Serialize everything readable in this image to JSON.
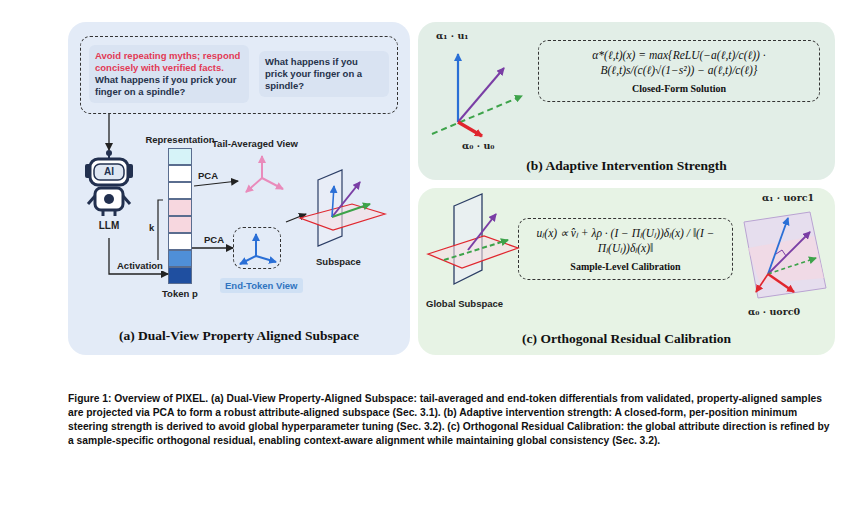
{
  "diagram": {
    "caption": "Figure 1: Overview of PIXEL. (a) Dual-View Property-Aligned Subspace: tail-averaged and end-token differentials from validated, property-aligned samples are projected via PCA to form a robust attribute-aligned subspace (Sec. 3.1). (b) Adaptive intervention strength: A closed-form, per-position minimum steering strength is derived to avoid global hyperparameter tuning (Sec. 3.2). (c) Orthogonal Residual Calibration: the global attribute direction is refined by a sample-specific orthogonal residual, enabling context-aware alignment while maintaining global consistency (Sec. 3.2).",
    "nodes": [
      {
        "text": [
          "(a) Dual-View Property Aligned Subspace"
        ]
      },
      {
        "text": [],
        "in": 0
      },
      {
        "text": [
          "Avoid repeating myths; respond concisely with verified facts.",
          "What happens if you prick your finger on a spindle?"
        ],
        "in": 1
      },
      {
        "text": [
          "What happens if you prick your finger on a spindle?"
        ],
        "in": 1
      },
      {
        "text": [
          "AI",
          "LLM"
        ],
        "in": 0
      },
      {
        "text": [
          "Representation"
        ],
        "in": 0
      },
      {
        "text": [
          "End-Token View"
        ],
        "in": 0
      },
      {
        "text": [
          "(b) Adaptive Intervention Strength"
        ]
      },
      {
        "text": [
          "α*(ℓ,t)(x) = max{ReLU(−a(ℓ,t)/c(ℓ)) · B(ℓ,t)s/(c(ℓ)√(1−s²)) − a(ℓ,t)/c(ℓ)}",
          "Closed-Form Solution"
        ],
        "in": 7
      },
      {
        "text": [
          "(c) Orthogonal Residual Calibration"
        ]
      },
      {
        "text": [
          "uₗ(x) ∝ v̂ₗ + λρ · (I − Πₗ(Uₗ))δₗ(x) / ‖(I − Πₗ(Uₗ))δₗ(x)‖",
          "Sample-Level Calibration"
        ],
        "in": 9
      }
    ],
    "edges": [
      {
        "from": 1,
        "to": 4,
        "arrow": "to"
      },
      {
        "from": 4,
        "to": 5,
        "arrow": "to",
        "label": "Activation"
      },
      {
        "from": 5,
        "to": 6,
        "arrow": "to",
        "label": "PCA"
      }
    ],
    "labels": [
      "Tail-Averaged View",
      "PCA",
      "k",
      "Token p",
      "Subspace",
      "α₁ · u₁",
      "α₀ · u₀",
      "Global Subspace",
      "α₁ · uorc1",
      "α₀ · uorc0"
    ]
  }
}
